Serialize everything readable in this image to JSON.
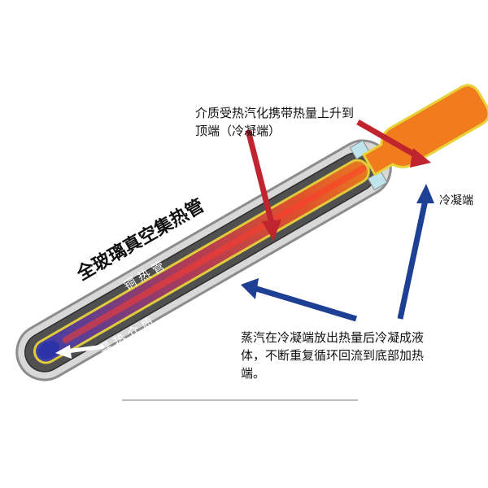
{
  "labels": {
    "tube_name": "全玻璃真空集热管",
    "copper_pipe": "铜 热 管",
    "medium": "导 热 介 质",
    "condenser": "冷凝端",
    "top_line1": "介质受热汽化携带热量上升到",
    "top_line2": "顶端（冷凝端）",
    "bottom_line1": "蒸汽在冷凝端放出热量后冷凝成液",
    "bottom_line2": "体，不断重复循环回流到底部加热",
    "bottom_line3": "端。"
  },
  "colors": {
    "glass_outer": "#9a9a9a",
    "glass_dark": "#4a4a4a",
    "copper": "#e8d23a",
    "hot": "#f07c1e",
    "cold": "#3a3fb0",
    "arrow_red": "#c0242f",
    "arrow_blue": "#1d3f94",
    "arrow_white": "#ffffff",
    "cap": "#bfe3ec"
  }
}
